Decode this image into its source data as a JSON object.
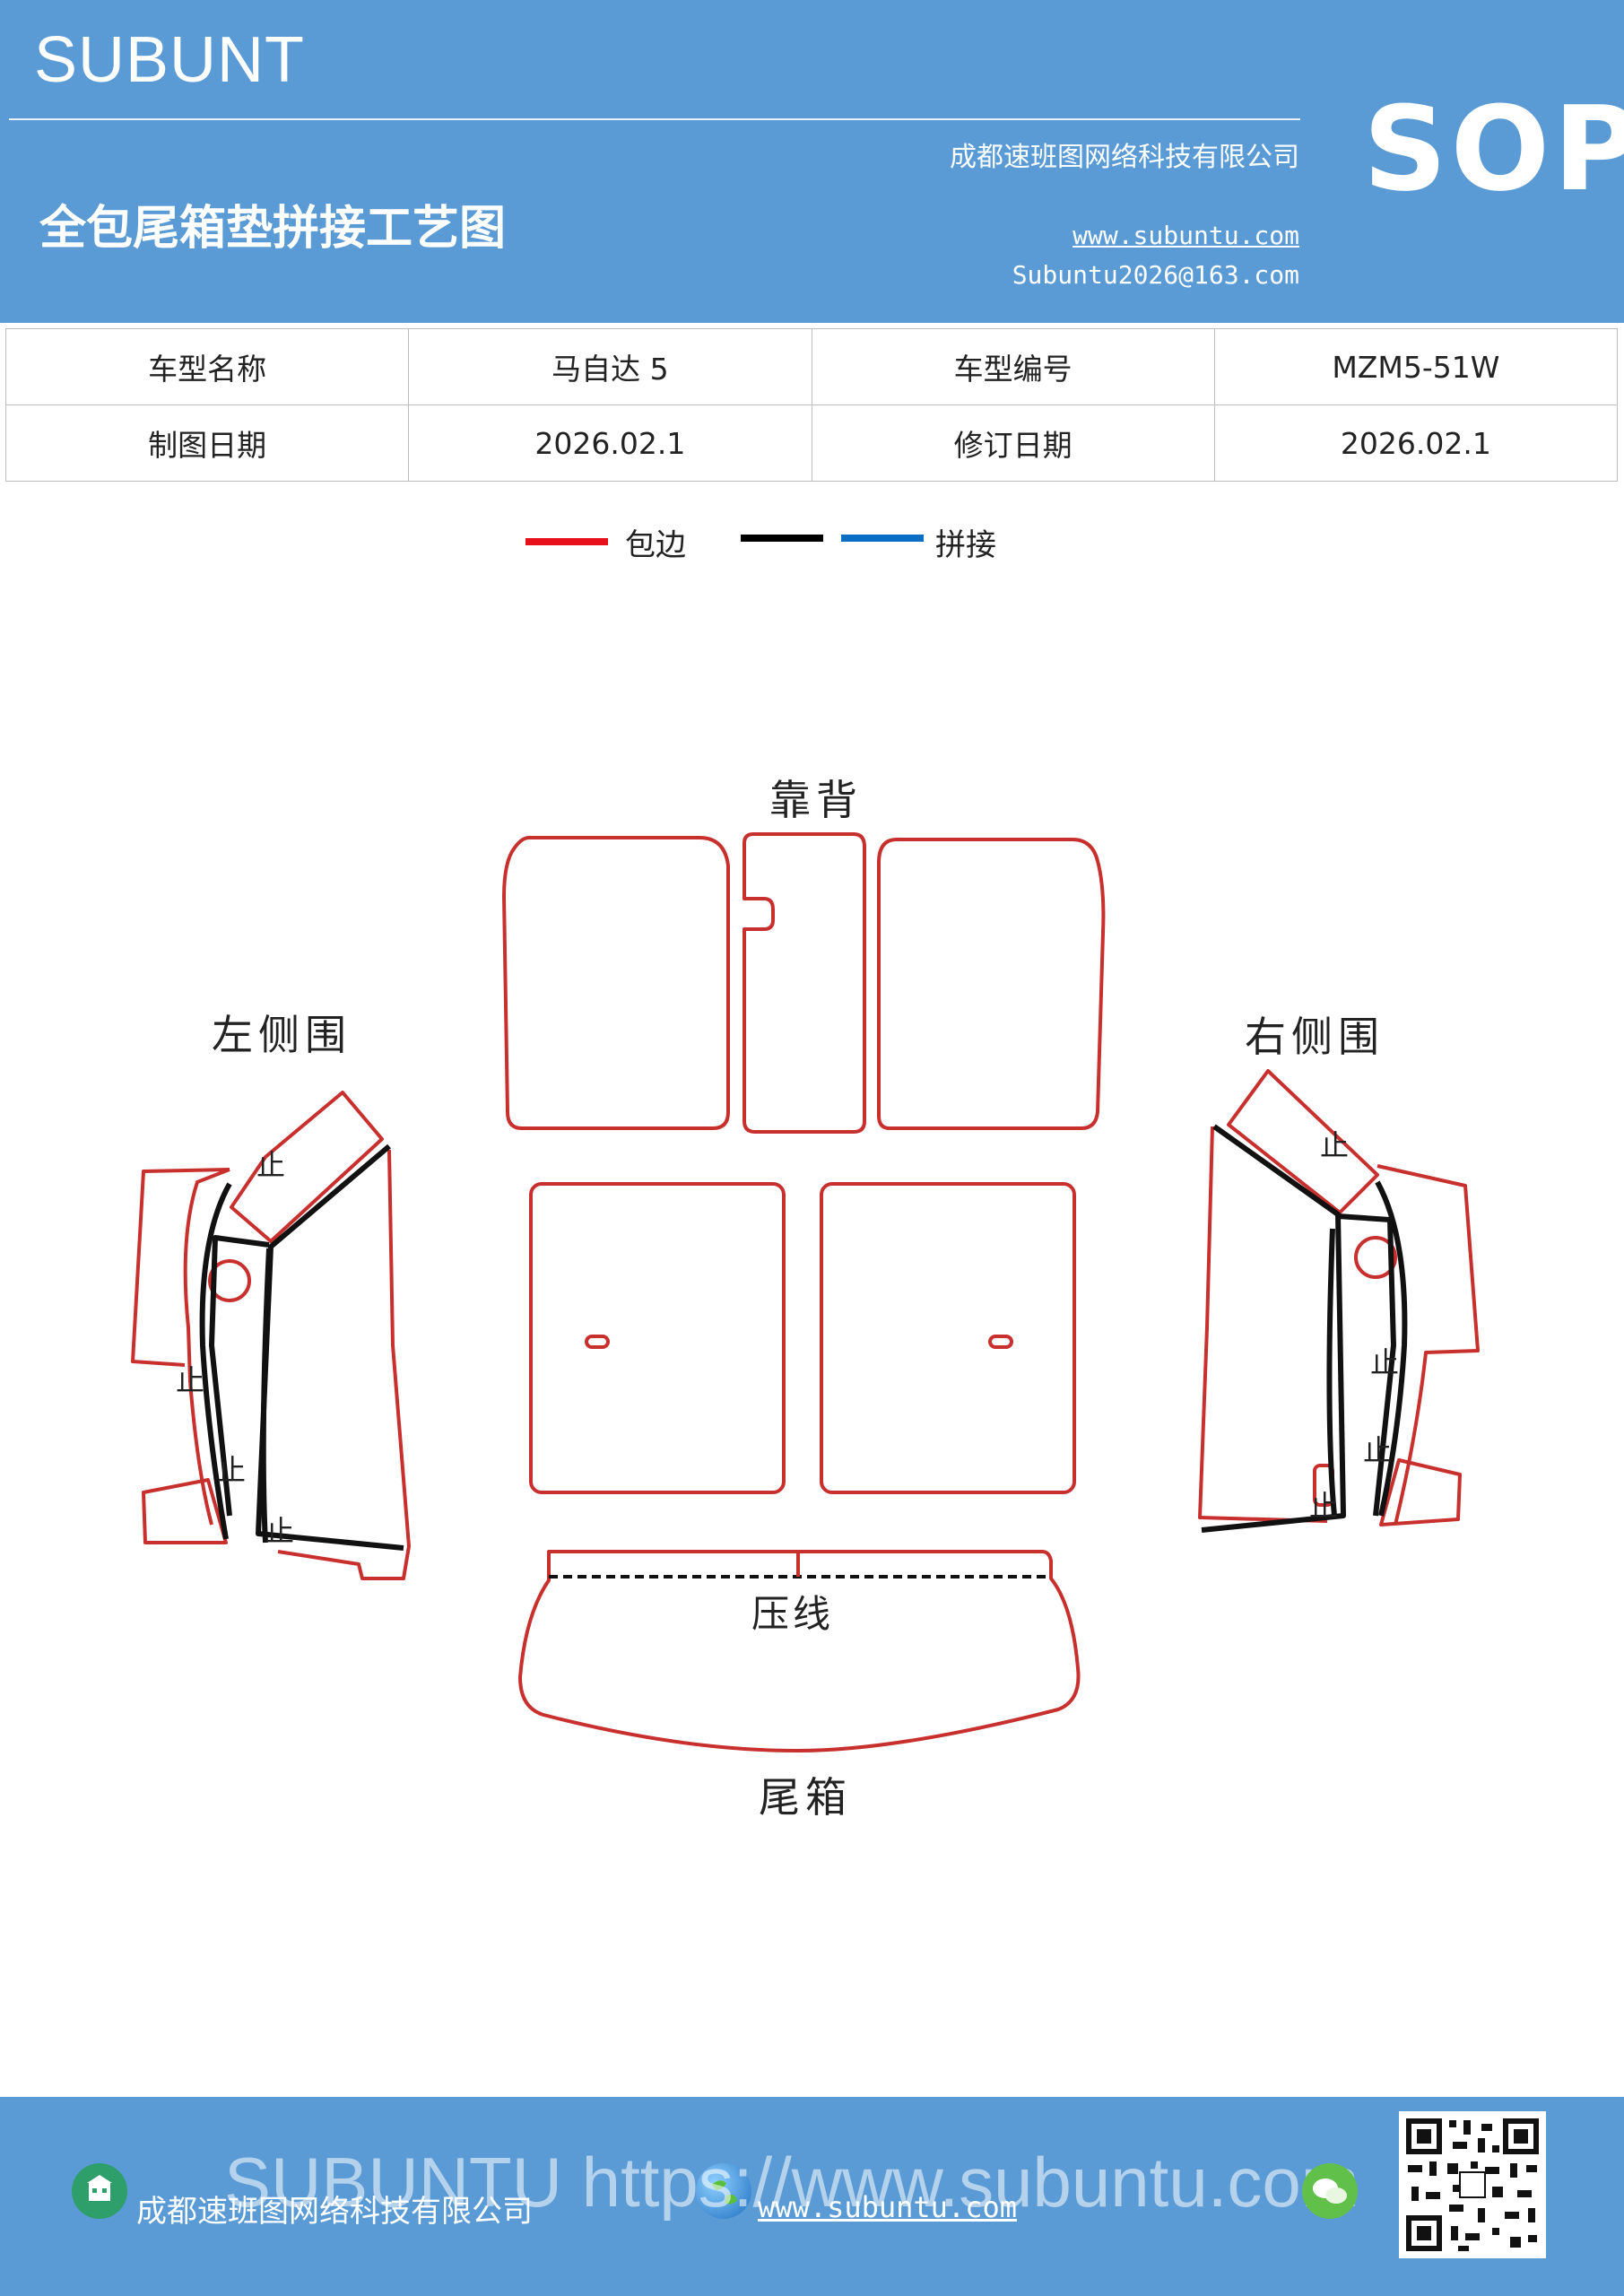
{
  "header": {
    "brand": "SUBUNT",
    "title": "全包尾箱垫拼接工艺图",
    "company": "成都速班图网络科技有限公司",
    "website": "www.subuntu.com",
    "email": "Subuntu2026@163.com",
    "badge": "SOP",
    "bg_color": "#5b9bd5"
  },
  "info_table": {
    "rows": [
      [
        "车型名称",
        "马自达 5",
        "车型编号",
        "MZM5-51W"
      ],
      [
        "制图日期",
        "2026.02.1",
        "修订日期",
        "2026.02.1"
      ]
    ]
  },
  "legend": {
    "items": [
      {
        "label": "包边",
        "color": "#e8101a"
      },
      {
        "label": "",
        "color": "#000000"
      },
      {
        "label": "拼接",
        "color": "#0a6fc4"
      }
    ]
  },
  "diagram": {
    "labels": {
      "back": "靠背",
      "left": "左侧围",
      "right": "右侧围",
      "crease": "压线",
      "trunk": "尾箱",
      "stop": "止"
    },
    "edge_color": "#c8302e",
    "seam_color": "#111111"
  },
  "footer": {
    "company": "成都速班图网络科技有限公司",
    "website": "www.subuntu.com",
    "watermark": "SUBUNTU https://www.subuntu.com",
    "icons": [
      "building-icon",
      "globe-icon",
      "wechat-icon",
      "qr-code"
    ]
  }
}
